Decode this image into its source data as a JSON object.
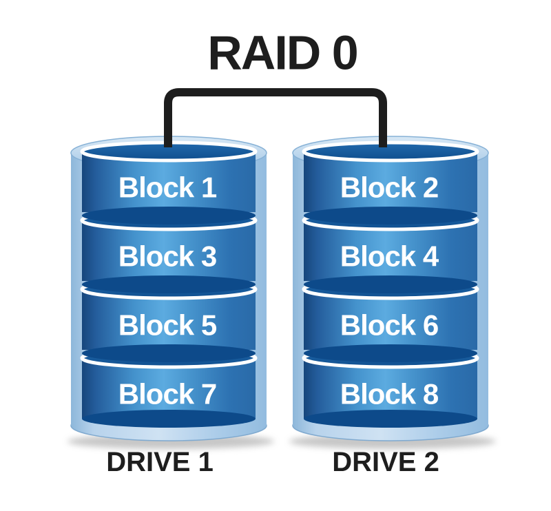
{
  "title": "RAID 0",
  "drives": [
    {
      "label": "DRIVE 1",
      "blocks": [
        "Block 1",
        "Block 3",
        "Block 5",
        "Block 7"
      ]
    },
    {
      "label": "DRIVE 2",
      "blocks": [
        "Block 2",
        "Block 4",
        "Block 6",
        "Block 8"
      ]
    }
  ],
  "colors": {
    "background": "#ffffff",
    "title_text": "#1e1e1e",
    "drive_label_text": "#1e1e1e",
    "block_text": "#ffffff",
    "connector": "#1d1d1d",
    "outer_cylinder_light": "#a9cbe7",
    "outer_cylinder_edge": "#86b1d6",
    "body_dark_edge": "#16467c",
    "body_highlight": "#5cabe0",
    "body_right": "#2a6aa8",
    "disk_face_dark": "#0f4e8e",
    "disk_rim": "#ffffff",
    "shadow": "#bdbdbd"
  }
}
